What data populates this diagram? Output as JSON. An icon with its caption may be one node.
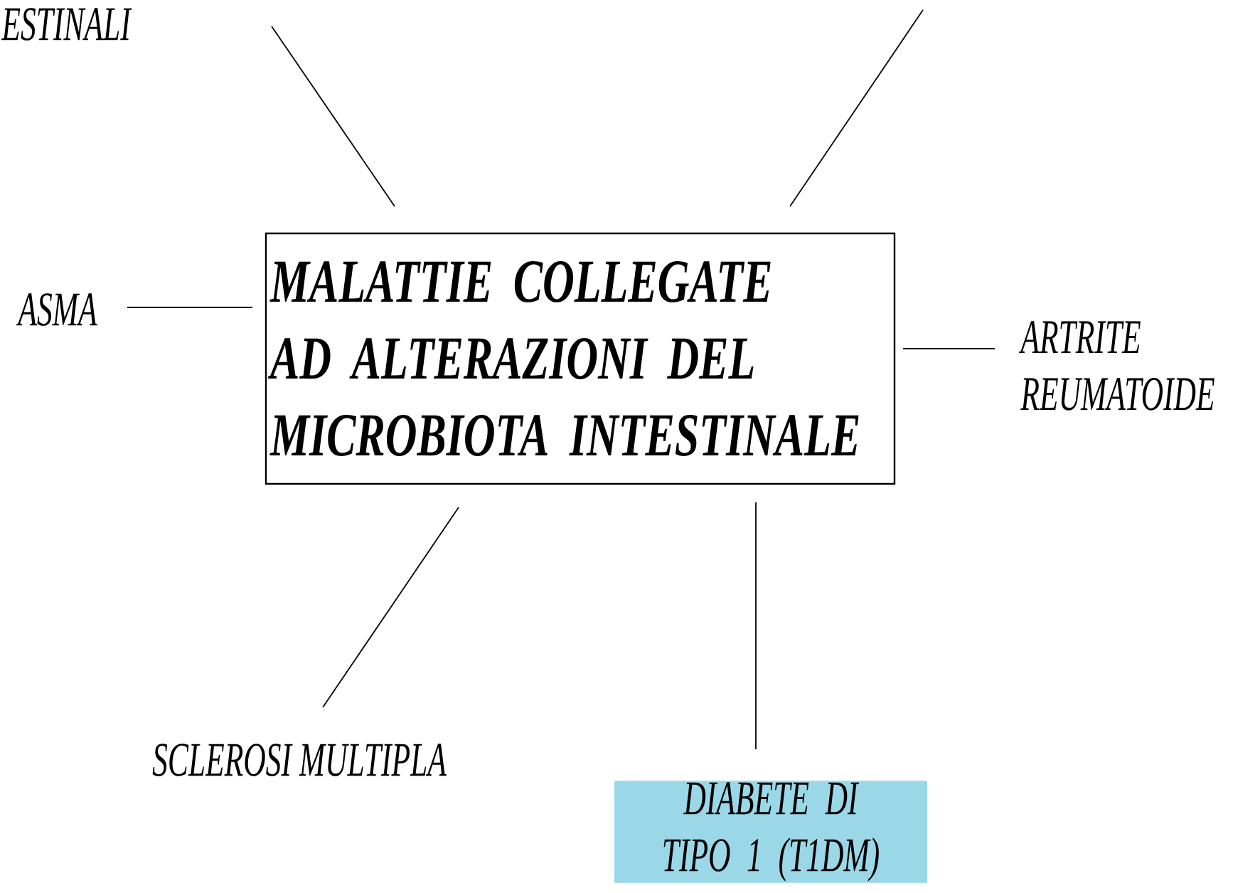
{
  "diagram": {
    "nodes": [
      {
        "text": [
          "MALATTIE COLLEGATE AD ALTERAZIONI DEL MICROBIOTA INTESTINALE"
        ]
      },
      {
        "text": [
          "ASMA"
        ]
      },
      {
        "text": [
          "ARTRITE REUMATOIDE"
        ]
      },
      {
        "text": [
          "SCLEROSI MULTIPLA"
        ]
      },
      {
        "text": [
          "DIABETE DI TIPO 1 (T1DM)"
        ]
      }
    ],
    "edges": [
      {
        "from": 0,
        "to": null,
        "arrow": "none"
      },
      {
        "from": 0,
        "to": null,
        "arrow": "none"
      },
      {
        "from": 0,
        "to": 1,
        "arrow": "none"
      },
      {
        "from": 0,
        "to": 2,
        "arrow": "none"
      },
      {
        "from": 0,
        "to": 3,
        "arrow": "none"
      },
      {
        "from": 0,
        "to": 4,
        "arrow": "none"
      }
    ],
    "labels": [
      "ESTINALI"
    ]
  }
}
